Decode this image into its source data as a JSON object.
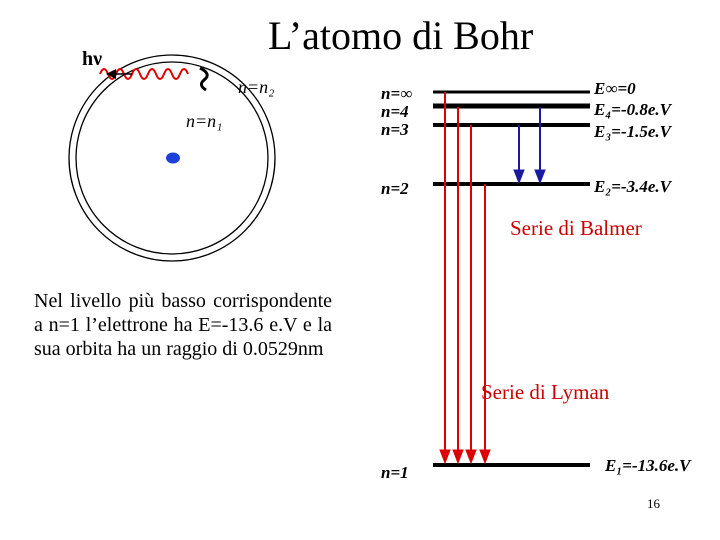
{
  "title": "L’atomo di Bohr",
  "photon_label": "hν",
  "orbits": {
    "outer_label": "n=n₂",
    "inner_label": "n=n₁"
  },
  "levels": [
    {
      "n_label": "n=∞",
      "energy_label": "E∞=0"
    },
    {
      "n_label": "n=4",
      "energy_label": "E₄=-0.8e.V"
    },
    {
      "n_label": "n=3",
      "energy_label": "E₃=-1.5e.V"
    },
    {
      "n_label": "n=2",
      "energy_label": "E₂=-3.4e.V"
    },
    {
      "n_label": "n=1",
      "energy_label": "E₁=-13.6e.V"
    }
  ],
  "series": {
    "balmer": "Serie di Balmer",
    "lyman": "Serie di Lyman"
  },
  "description": "Nel livello più basso corrispondente a n=1 l’elettrone ha E=-13.6 e.V e la sua orbita ha un raggio di 0.0529nm",
  "page_number": "16",
  "colors": {
    "series_text": "#cc0000",
    "lyman_arrows": "#dd0000",
    "balmer_arrows": "#1a1aa0",
    "nucleus": "#1f3fd9",
    "photon_wave": "#dd0000",
    "level_lines": "#000000"
  }
}
